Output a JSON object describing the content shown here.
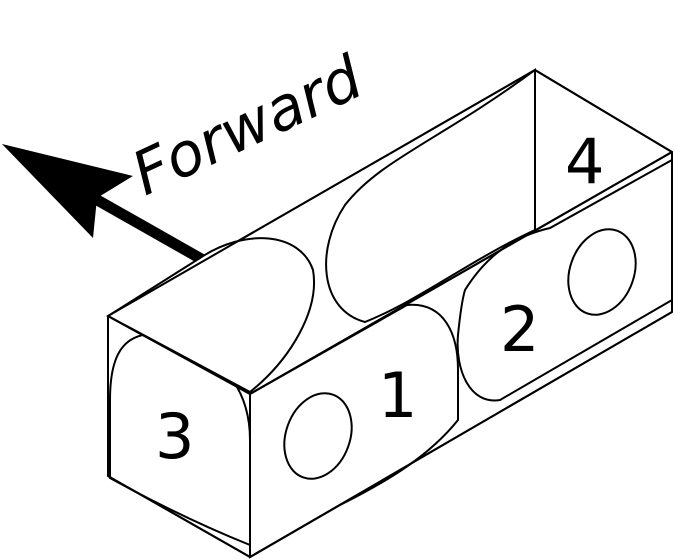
{
  "direction_label": "Forward",
  "block_numbers": {
    "one": "1",
    "two": "2",
    "three": "3",
    "four": "4"
  },
  "colors": {
    "stroke": "#000000",
    "fill": "#ffffff"
  }
}
